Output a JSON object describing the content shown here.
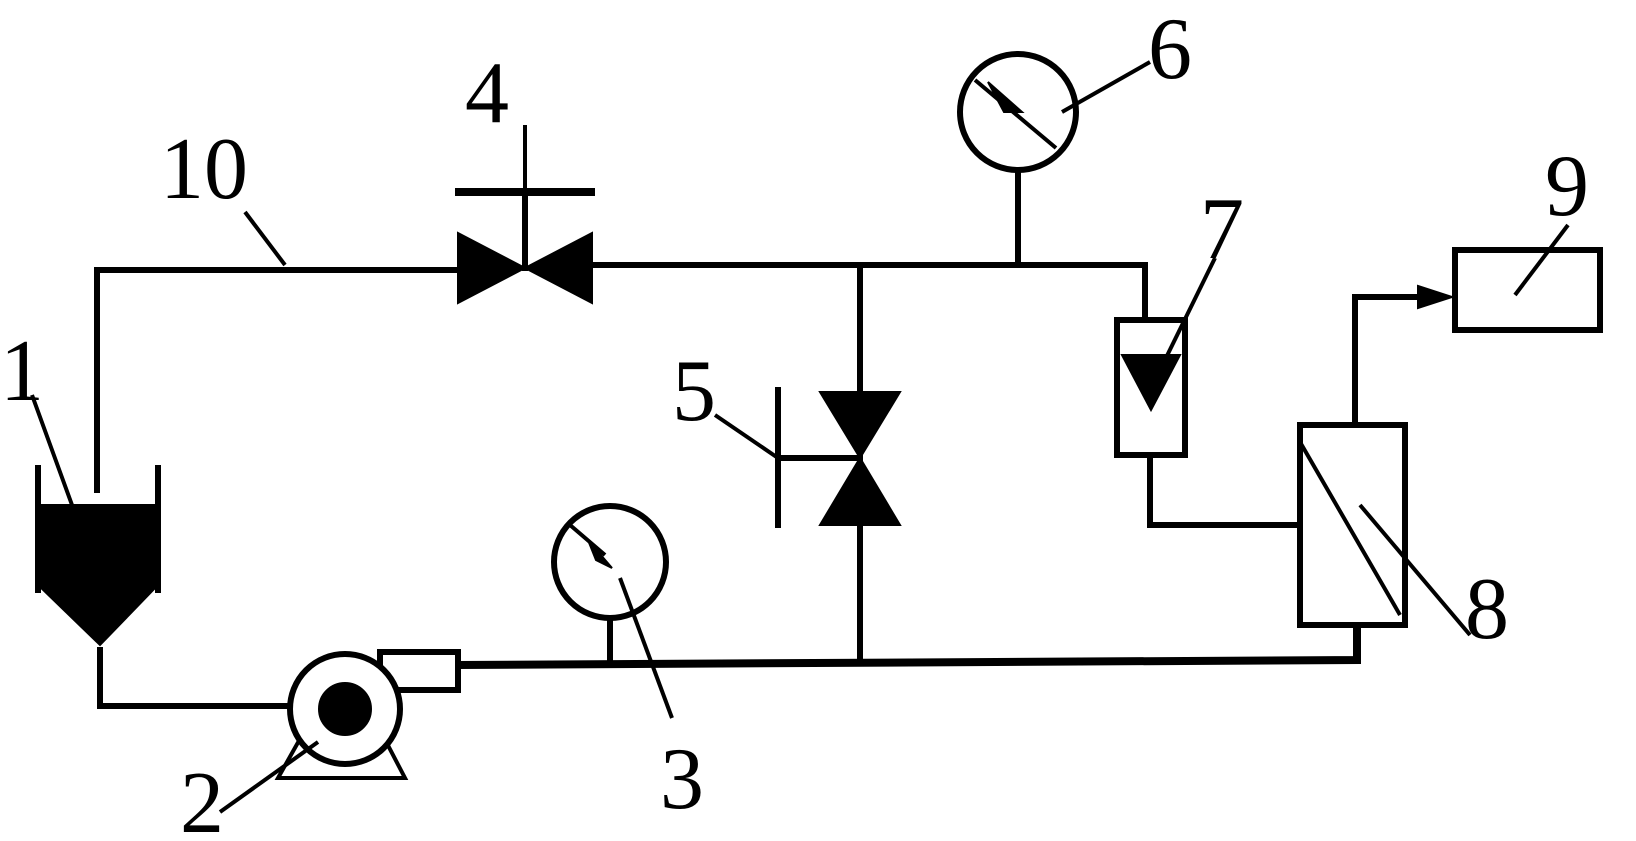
{
  "diagram": {
    "labels": {
      "tank": "1",
      "pump": "2",
      "gauge_low": "3",
      "valve_top": "4",
      "valve_bypass": "5",
      "gauge_high": "6",
      "flowmeter": "7",
      "membrane": "8",
      "collector": "9",
      "pipe": "10"
    }
  }
}
